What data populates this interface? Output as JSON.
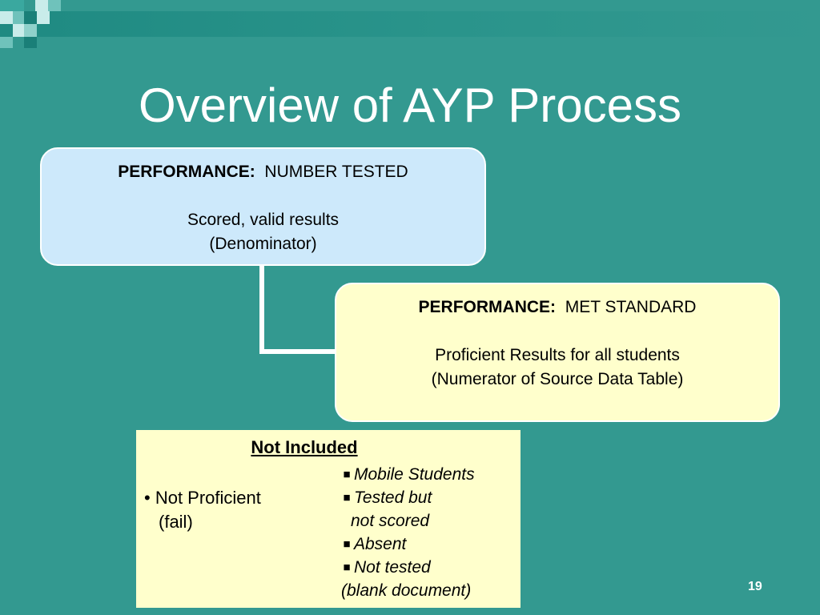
{
  "title": "Overview of AYP Process",
  "box_top": {
    "heading_bold": "PERFORMANCE:",
    "heading_rest": "NUMBER TESTED",
    "line1": "Scored, valid results",
    "line2": "(Denominator)"
  },
  "box_bottom": {
    "heading_bold": "PERFORMANCE:",
    "heading_rest": "MET STANDARD",
    "line1": "Proficient Results for all students",
    "line2": "(Numerator of Source Data Table)"
  },
  "not_included": {
    "title": "Not Included",
    "left_bullet_marker": "•",
    "left_line1": "Not Proficient",
    "left_line2": "(fail)",
    "right_marker": "■",
    "right_items": {
      "mobile": "Mobile Students",
      "tested_a": "Tested but",
      "tested_b": "not scored",
      "absent": "Absent",
      "not_tested": "Not tested",
      "blank": "(blank document)"
    }
  },
  "page_number": "19",
  "colors": {
    "background": "#339990",
    "box_blue": "#cde9fb",
    "box_yellow": "#ffffcc",
    "text_light": "#ffffff"
  }
}
